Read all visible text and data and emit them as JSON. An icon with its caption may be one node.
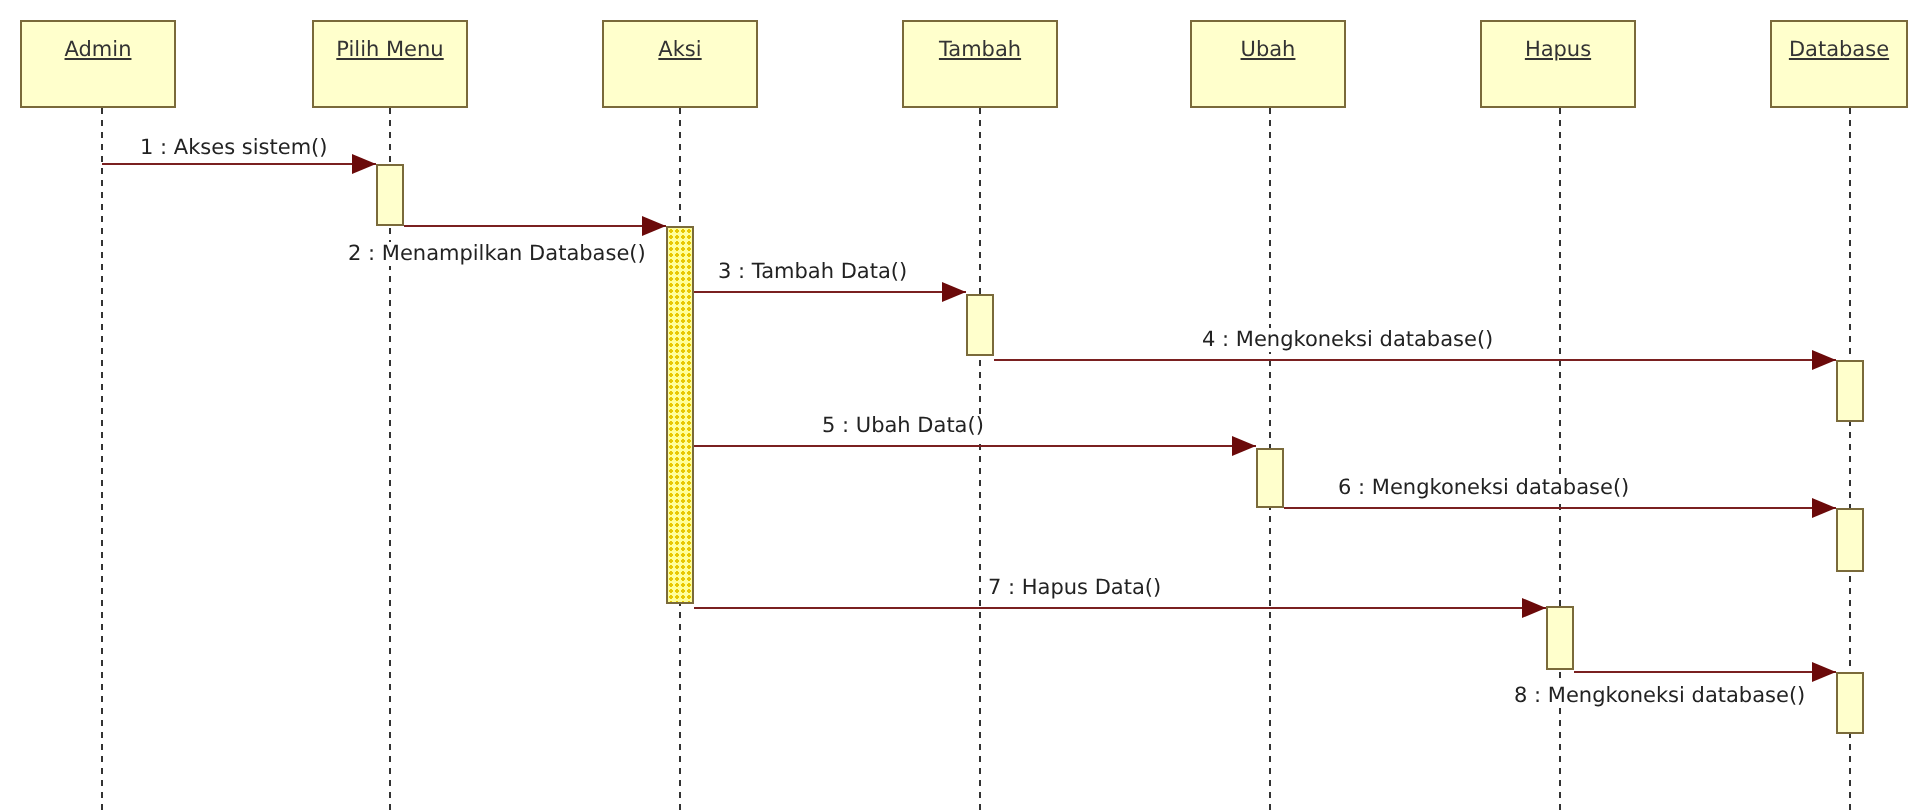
{
  "diagram": {
    "nodes": [
      {
        "text": [
          "Admin"
        ]
      },
      {
        "text": [
          "Pilih Menu"
        ]
      },
      {
        "text": [
          "Aksi"
        ]
      },
      {
        "text": [
          "Tambah"
        ]
      },
      {
        "text": [
          "Ubah"
        ]
      },
      {
        "text": [
          "Hapus"
        ]
      },
      {
        "text": [
          "Database"
        ]
      },
      {
        "text": [],
        "shape": "bar"
      },
      {
        "text": [],
        "shape": "bar"
      },
      {
        "text": [],
        "shape": "bar"
      },
      {
        "text": [],
        "shape": "bar"
      },
      {
        "text": [],
        "shape": "bar"
      },
      {
        "text": [],
        "shape": "bar"
      },
      {
        "text": [],
        "shape": "bar"
      },
      {
        "text": [],
        "shape": "bar"
      }
    ],
    "edges": [
      {
        "from": 0,
        "to": 7,
        "arrow": "to",
        "label": "1 : Akses sistem()"
      },
      {
        "from": 7,
        "to": 8,
        "arrow": "to",
        "label": "2 : Menampilkan Database()"
      },
      {
        "from": 8,
        "to": 9,
        "arrow": "to",
        "label": "3 : Tambah Data()"
      },
      {
        "from": 9,
        "to": 10,
        "arrow": "to",
        "label": "4 : Mengkoneksi database()"
      },
      {
        "from": 8,
        "to": 11,
        "arrow": "to",
        "label": "5 : Ubah Data()"
      },
      {
        "from": 11,
        "to": 12,
        "arrow": "to",
        "label": "6 : Mengkoneksi database()"
      },
      {
        "from": 8,
        "to": 13,
        "arrow": "to",
        "label": "7 : Hapus Data()"
      },
      {
        "from": 13,
        "to": 14,
        "arrow": "to",
        "label": "8 : Mengkoneksi database()"
      }
    ]
  }
}
